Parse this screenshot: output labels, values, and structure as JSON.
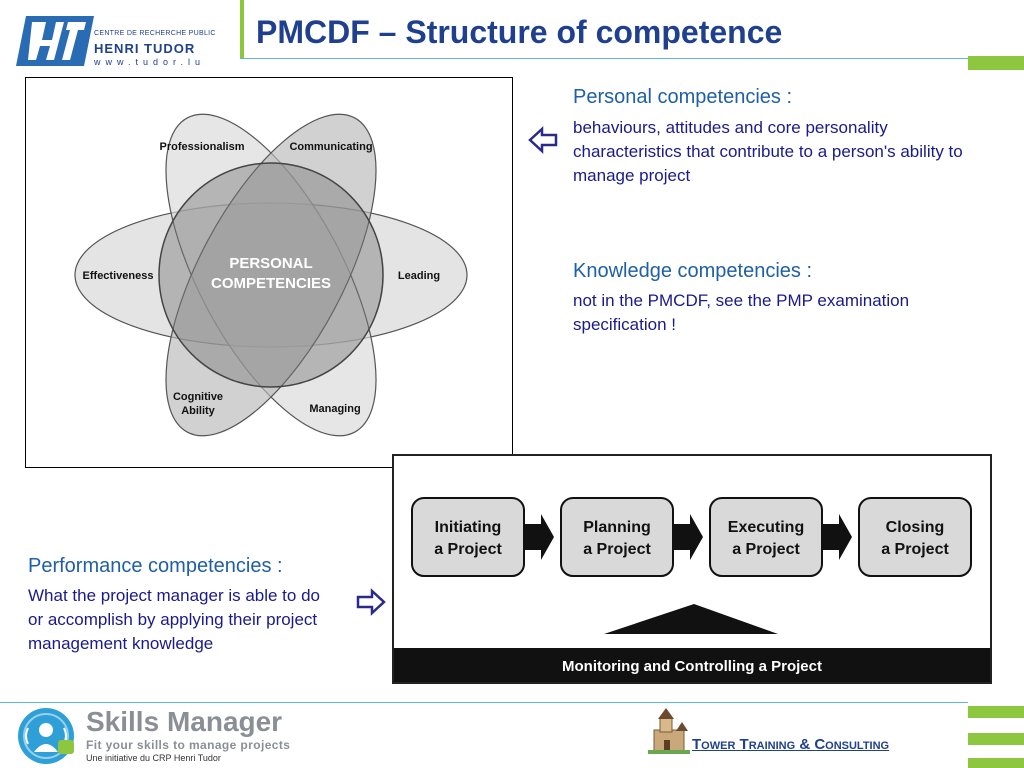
{
  "header": {
    "title": "PMCDF – Structure of competence",
    "logo": {
      "line1": "CENTRE DE RECHERCHE PUBLIC",
      "line2": "HENRI TUDOR",
      "line3": "www.tudor.lu"
    }
  },
  "flower_diagram": {
    "center": "PERSONAL\nCOMPETENCIES",
    "petals": [
      "Professionalism",
      "Communicating",
      "Effectiveness",
      "Leading",
      "Cognitive\nAbility",
      "Managing"
    ]
  },
  "personal": {
    "heading": "Personal competencies :",
    "text": "behaviours, attitudes and core personality characteristics that contribute to a person's ability to manage project"
  },
  "knowledge": {
    "heading": "Knowledge competencies :",
    "text": "not in the PMCDF, see the PMP examination specification !"
  },
  "performance": {
    "heading": "Performance competencies :",
    "text": "What the project manager is able to do or accomplish by applying their project management knowledge"
  },
  "process_diagram": {
    "steps": [
      "Initiating\na Project",
      "Planning\na Project",
      "Executing\na Project",
      "Closing\na Project"
    ],
    "monitoring": "Monitoring and Controlling a Project"
  },
  "footer": {
    "product": "Skills Manager",
    "tagline": "Fit your skills to manage projects",
    "initiative": "Une initiative du CRP Henri Tudor",
    "partner": "Tower Training & Consulting"
  },
  "colors": {
    "title_blue": "#1f3f8f",
    "accent_green": "#8dc63f",
    "rule_cyan": "#5bb8d4",
    "arrow_navy": "#2a2a8a"
  },
  "icons": [
    "tudor-logo-icon",
    "left-arrow-icon",
    "right-arrow-icon",
    "skills-manager-logo-icon",
    "tower-icon"
  ]
}
